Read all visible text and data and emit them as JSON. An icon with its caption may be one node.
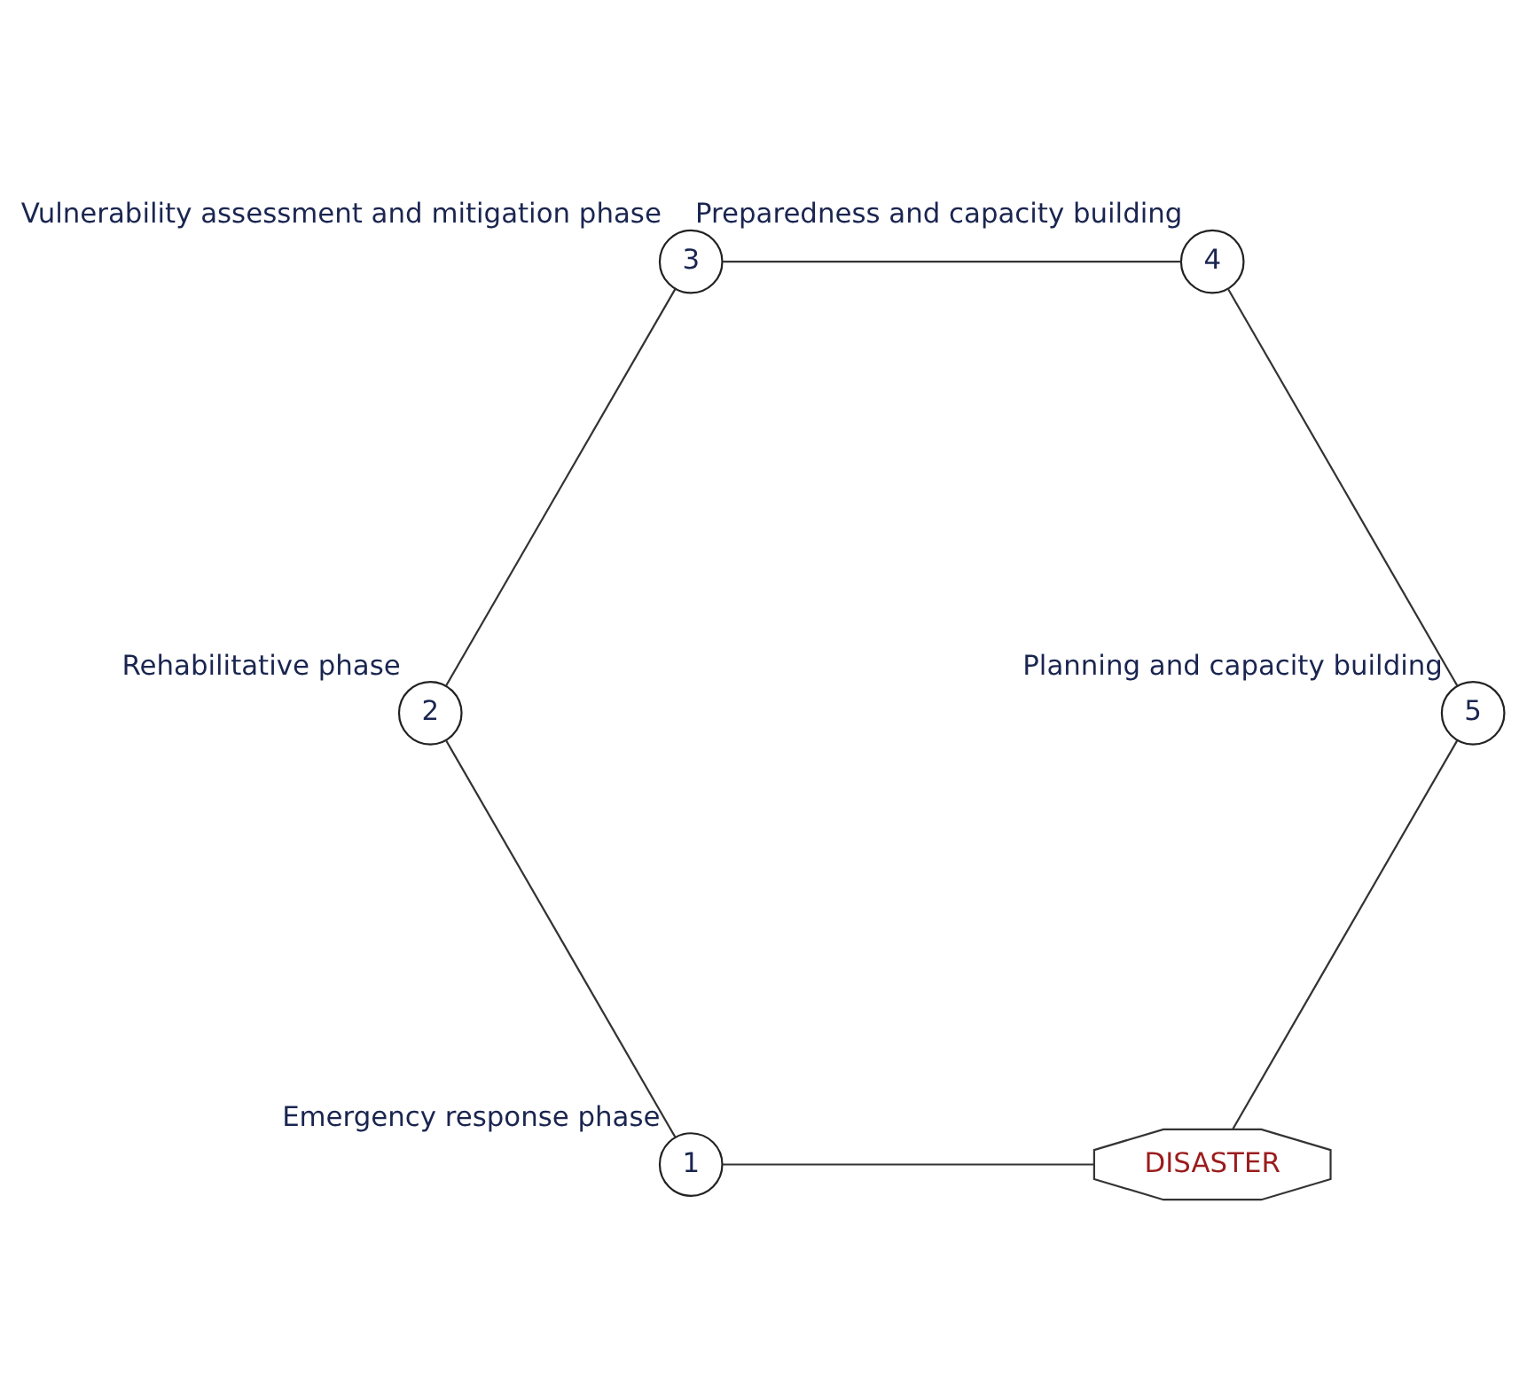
{
  "diagram": {
    "nodes": [
      {
        "text": [
          "DISASTER"
        ]
      },
      {
        "text": [
          "1"
        ],
        "beside": [
          "Emergency response phase"
        ]
      },
      {
        "text": [
          "2"
        ],
        "beside": [
          "Rehabilitative phase"
        ]
      },
      {
        "text": [
          "3"
        ],
        "beside": [
          "Vulnerability assessment and mitigation phase"
        ]
      },
      {
        "text": [
          "4"
        ],
        "beside": [
          "Preparedness and capacity building"
        ]
      },
      {
        "text": [
          "5"
        ],
        "beside": [
          "Planning and capacity building"
        ]
      }
    ],
    "edges": [
      {
        "from": 0,
        "to": 1,
        "arrow": "none"
      },
      {
        "from": 1,
        "to": 2,
        "arrow": "none"
      },
      {
        "from": 2,
        "to": 3,
        "arrow": "none"
      },
      {
        "from": 3,
        "to": 4,
        "arrow": "none"
      },
      {
        "from": 4,
        "to": 5,
        "arrow": "none"
      },
      {
        "from": 5,
        "to": 0,
        "arrow": "none"
      }
    ]
  }
}
